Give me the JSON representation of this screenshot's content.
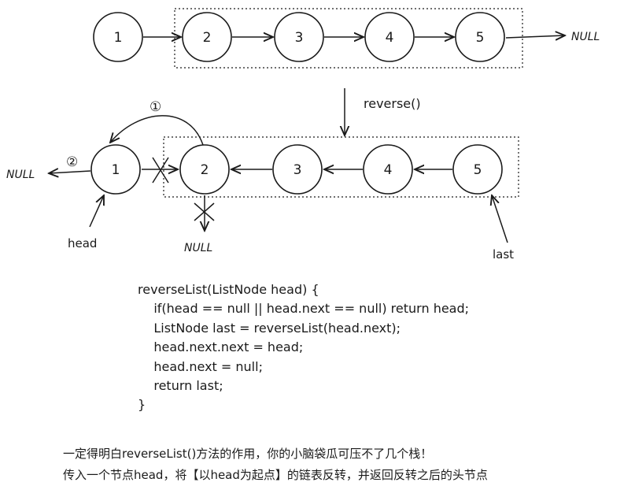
{
  "top_list": {
    "nodes": [
      "1",
      "2",
      "3",
      "4",
      "5"
    ],
    "null_label": "NULL"
  },
  "operation_label": "reverse()",
  "bottom_list": {
    "nodes": [
      "1",
      "2",
      "3",
      "4",
      "5"
    ],
    "null_left": "NULL",
    "null_below": "NULL",
    "step_1": "①",
    "step_2": "②",
    "head_label": "head",
    "last_label": "last"
  },
  "code_lines": [
    "reverseList(ListNode head) {",
    "    if(head == null || head.next == null) return head;",
    "    ListNode last = reverseList(head.next);",
    "    head.next.next = head;",
    "    head.next = null;",
    "    return last;",
    "}"
  ],
  "notes": [
    "一定得明白reverseList()方法的作用，你的小脑袋瓜可压不了几个栈！",
    "传入一个节点head，将【以head为起点】的链表反转，并返回反转之后的头节点"
  ]
}
